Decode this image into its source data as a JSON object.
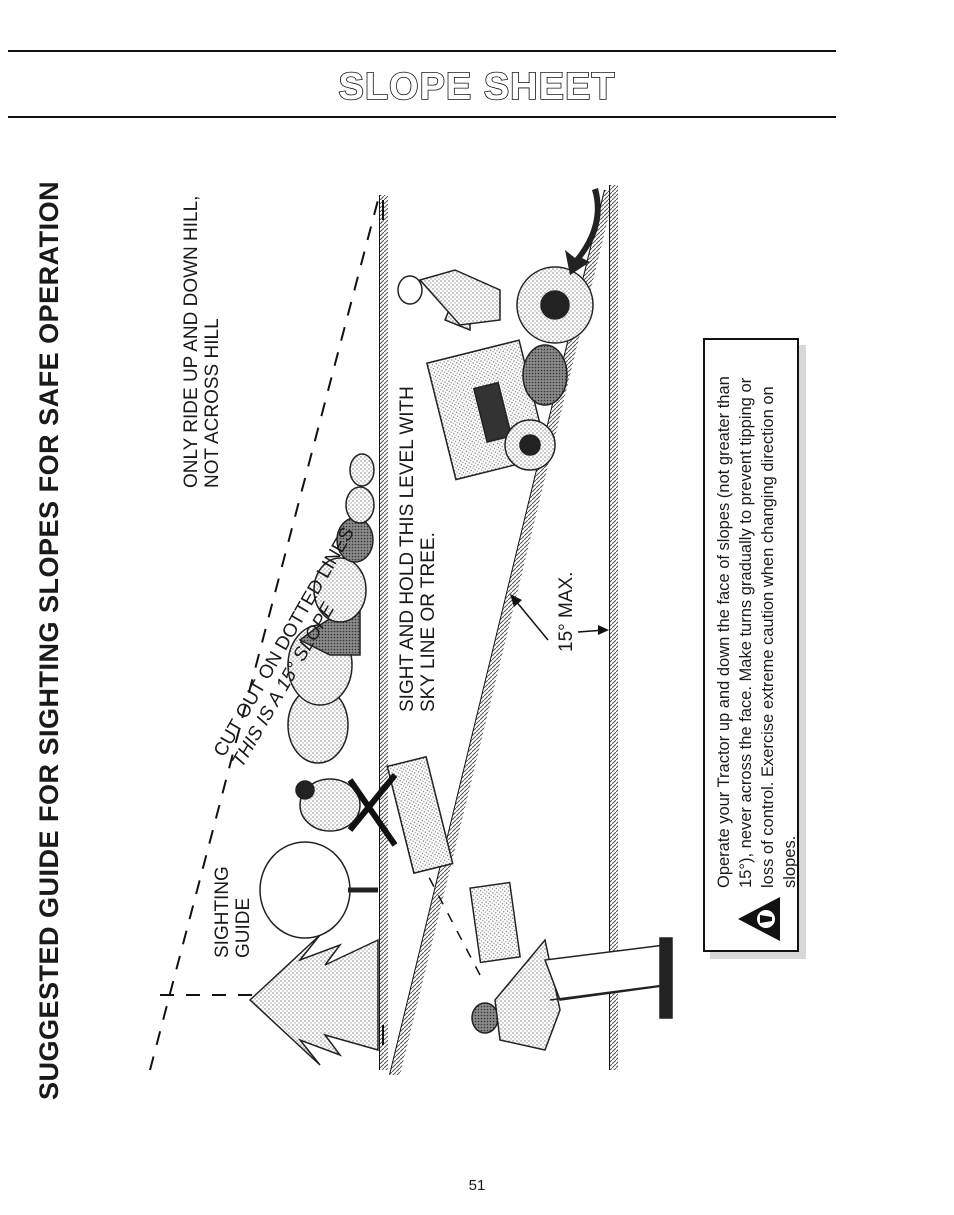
{
  "header": {
    "title": "SLOPE SHEET"
  },
  "side_heading": "SUGGESTED GUIDE FOR SIGHTING SLOPES FOR SAFE OPERATION",
  "labels": {
    "ride_line1": "ONLY RIDE UP AND DOWN HILL,",
    "ride_line2": "NOT ACROSS HILL",
    "sighting_line1": "SIGHTING",
    "sighting_line2": "GUIDE",
    "cutout_line1": "CUT OUT ON DOTTED LINES",
    "cutout_line2": "THIS IS A 15° SLOPE",
    "sight_line1": "SIGHT AND HOLD THIS LEVEL WITH",
    "sight_line2": "SKY LINE OR TREE.",
    "max_angle": "15° MAX."
  },
  "warning": {
    "icon": "warning-triangle-icon",
    "text": "Operate your Tractor up and down the face of slopes (not greater than 15°), never across the face. Make turns gradually to prevent tipping or loss of control. Exercise extreme caution when changing direction on slopes."
  },
  "footer": {
    "page_number": "51"
  }
}
